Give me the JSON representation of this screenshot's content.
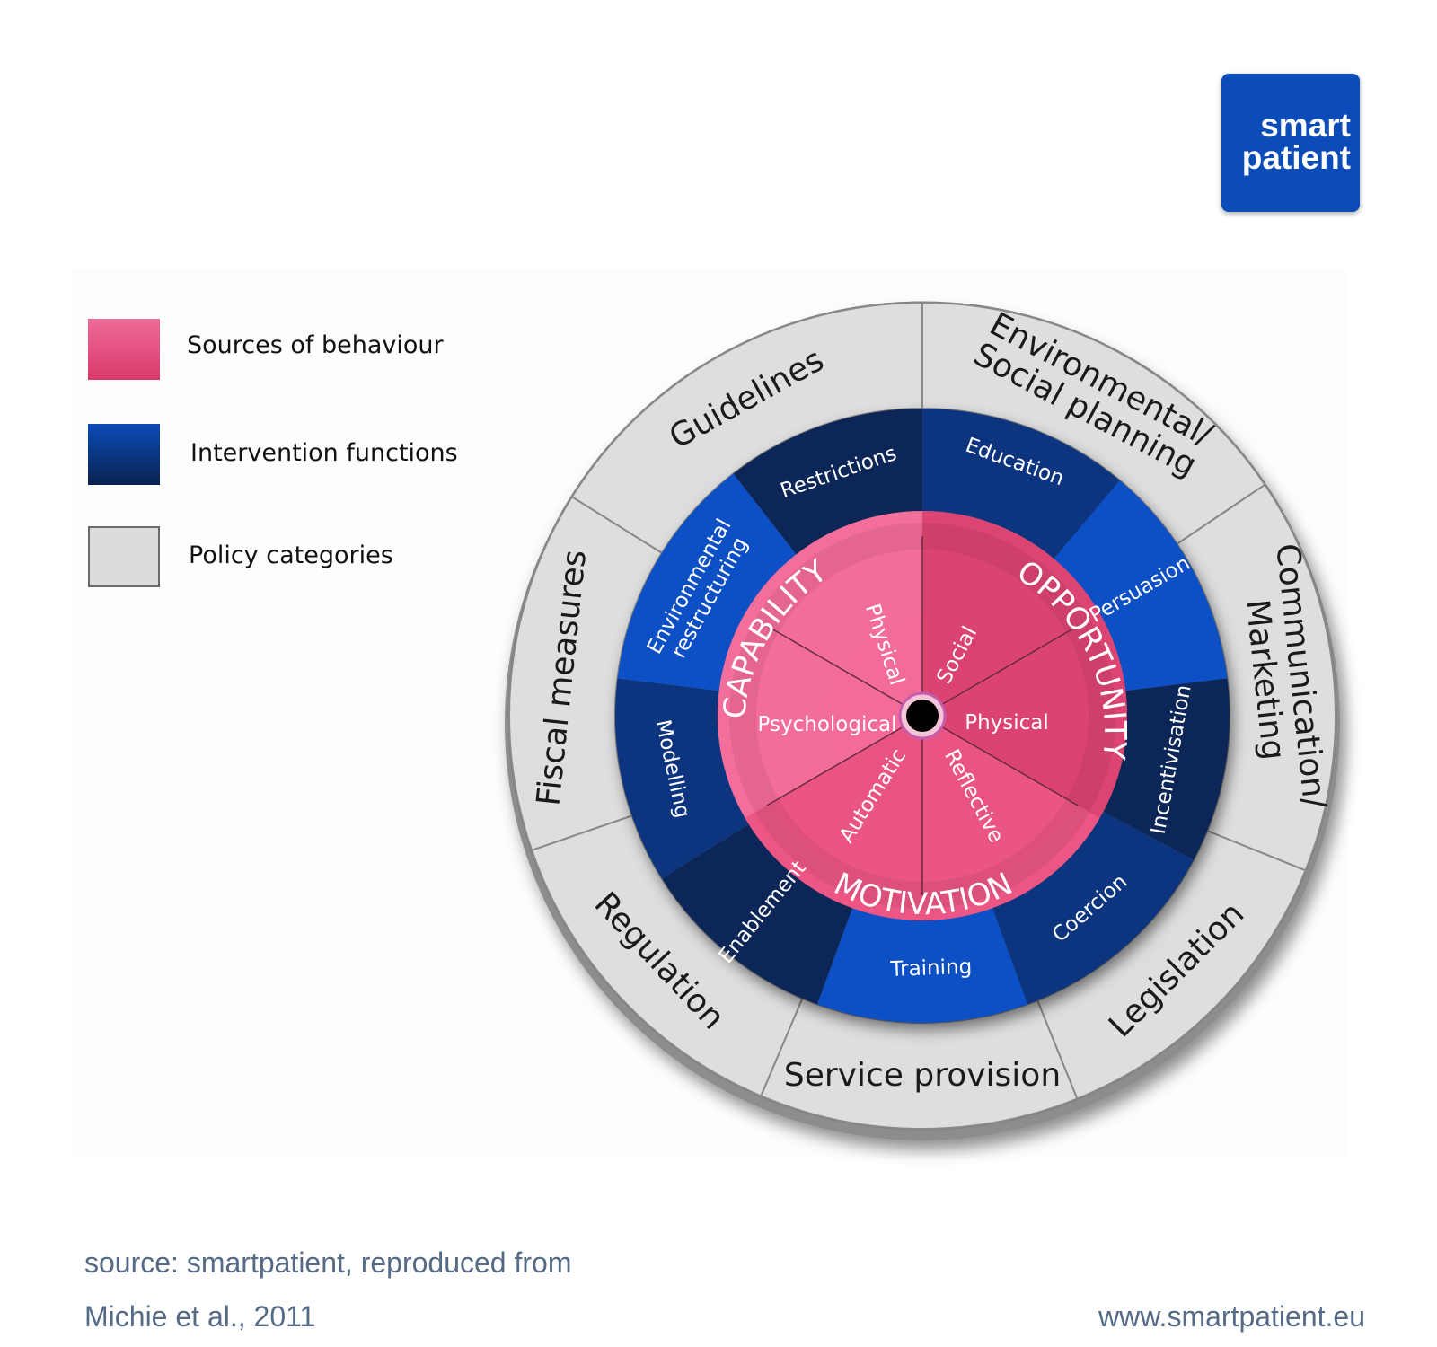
{
  "logo": {
    "line1": "smart",
    "line2": "patient"
  },
  "legend": [
    {
      "label": "Sources of behaviour",
      "color": "#e8507f"
    },
    {
      "label": "Intervention functions",
      "color": "#0a3a8c"
    },
    {
      "label": "Policy categories",
      "color": "#dcdcdc"
    }
  ],
  "wheel": {
    "policy_categories": [
      "Environmental/",
      "Social planning",
      "Communication/",
      "Marketing",
      "Legislation",
      "Service provision",
      "Regulation",
      "Fiscal measures",
      "Guidelines"
    ],
    "intervention_functions": [
      "Education",
      "Persuasion",
      "Incentivisation",
      "Coercion",
      "Training",
      "Enablement",
      "Modelling",
      "Environmental",
      "restructuring",
      "Restrictions"
    ],
    "sources": {
      "capability": "CAPABILITY",
      "opportunity": "OPPORTUNITY",
      "motivation": "MOTIVATION",
      "capability_physical": "Physical",
      "capability_psychological": "Psychological",
      "opportunity_social": "Social",
      "opportunity_physical": "Physical",
      "motivation_automatic": "Automatic",
      "motivation_reflective": "Reflective"
    }
  },
  "footer": {
    "source_line1": "source: smartpatient, reproduced from",
    "source_line2": "Michie et al., 2011",
    "website": "www.smartpatient.eu"
  },
  "colors": {
    "policy_fill": "#dedede",
    "intervention_dark": "#0b2758",
    "intervention_mid": "#08357f",
    "intervention_bright": "#0a4fc4",
    "source_pink_light": "#f4709c",
    "source_pink": "#ea5584",
    "source_pink_dark": "#d9436f"
  }
}
